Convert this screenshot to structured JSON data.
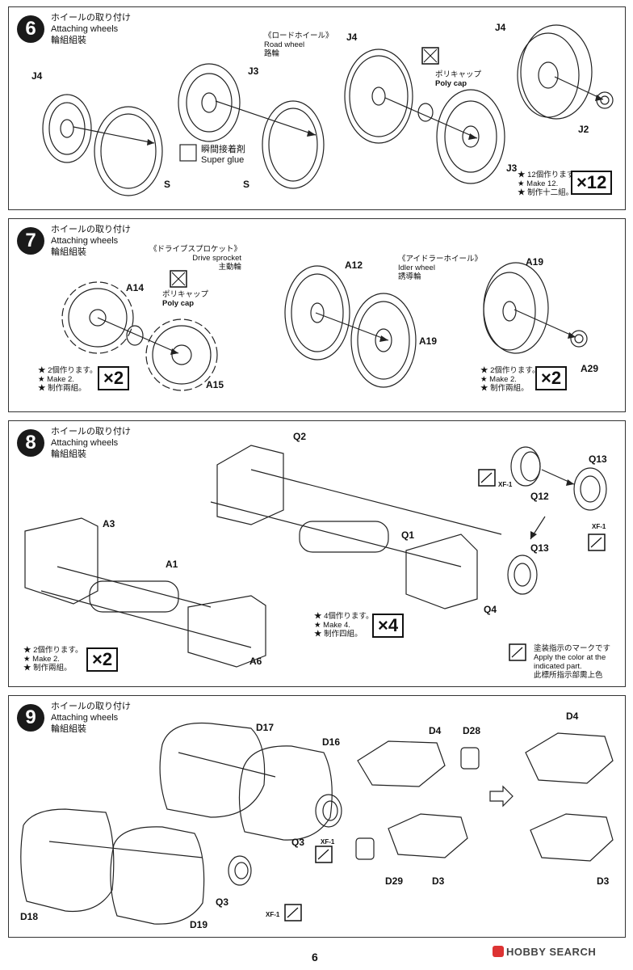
{
  "steps": [
    {
      "num": "6",
      "title_ja": "ホイールの取り付け",
      "title_en": "Attaching wheels",
      "title_zh": "輪組組裝",
      "labels": {
        "j4a": "J4",
        "j3": "J3",
        "s1": "S",
        "s2": "S",
        "j4b": "J4",
        "j3b": "J3",
        "j4c": "J4",
        "j2": "J2"
      },
      "roadwheel_ja": "《ロードホイール》",
      "roadwheel_en": "Road wheel",
      "roadwheel_zh": "路輪",
      "polycap_ja": "ポリキャップ",
      "polycap_en": "Poly cap",
      "glue_ja": "瞬間接着剤",
      "glue_en": "Super glue",
      "note_ja": "★ 12個作ります。",
      "note_en": "★ Make 12.",
      "note_zh": "★ 制作十二組。",
      "mult": "×12"
    },
    {
      "num": "7",
      "title_ja": "ホイールの取り付け",
      "title_en": "Attaching wheels",
      "title_zh": "輪組組裝",
      "labels": {
        "a14": "A14",
        "a15": "A15",
        "a12": "A12",
        "a19a": "A19",
        "a19b": "A19",
        "a29": "A29"
      },
      "sprocket_ja": "《ドライブスプロケット》",
      "sprocket_en": "Drive sprocket",
      "sprocket_zh": "主動輪",
      "idler_ja": "《アイドラーホイール》",
      "idler_en": "Idler wheel",
      "idler_zh": "誘導輪",
      "polycap_ja": "ポリキャップ",
      "polycap_en": "Poly cap",
      "note1_ja": "★ 2個作ります。",
      "note1_en": "★ Make 2.",
      "note1_zh": "★ 制作兩組。",
      "mult1": "×2",
      "note2_ja": "★ 2個作ります。",
      "note2_en": "★ Make 2.",
      "note2_zh": "★ 制作兩組。",
      "mult2": "×2"
    },
    {
      "num": "8",
      "title_ja": "ホイールの取り付け",
      "title_en": "Attaching wheels",
      "title_zh": "輪組組裝",
      "labels": {
        "q2": "Q2",
        "q1": "Q1",
        "q4": "Q4",
        "q12": "Q12",
        "q13a": "Q13",
        "q13b": "Q13",
        "a3": "A3",
        "a1": "A1",
        "a6": "A6"
      },
      "xf1a": "XF-1",
      "xf1b": "XF-1",
      "note1_ja": "★ 4個作ります。",
      "note1_en": "★ Make 4.",
      "note1_zh": "★ 制作四組。",
      "mult1": "×4",
      "note2_ja": "★ 2個作ります。",
      "note2_en": "★ Make 2.",
      "note2_zh": "★ 制作兩組。",
      "mult2": "×2",
      "paint_ja": "塗装指示のマークです",
      "paint_en1": "Apply the color at the",
      "paint_en2": "indicated part.",
      "paint_zh": "此標所指示部需上色"
    },
    {
      "num": "9",
      "title_ja": "ホイールの取り付け",
      "title_en": "Attaching wheels",
      "title_zh": "輪組組裝",
      "labels": {
        "d17": "D17",
        "d16": "D16",
        "d4a": "D4",
        "d28": "D28",
        "d4b": "D4",
        "q3a": "Q3",
        "d29": "D29",
        "d3a": "D3",
        "d3b": "D3",
        "d18": "D18",
        "q3b": "Q3",
        "d19": "D19"
      },
      "xf1a": "XF-1",
      "xf1b": "XF-1"
    }
  ],
  "page_number": "6",
  "watermark": "HOBBY SEARCH"
}
